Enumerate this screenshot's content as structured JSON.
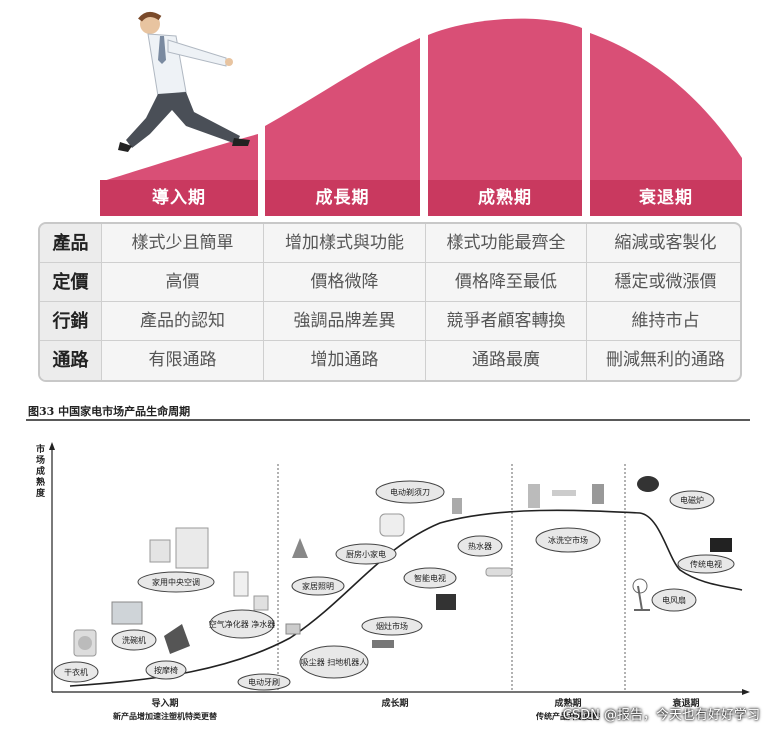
{
  "lifecycle": {
    "phases": [
      "導入期",
      "成長期",
      "成熟期",
      "衰退期"
    ],
    "accent_color": "#d94f76",
    "rows": [
      {
        "label": "產品",
        "values": [
          "樣式少且簡單",
          "增加樣式與功能",
          "樣式功能最齊全",
          "縮減或客製化"
        ]
      },
      {
        "label": "定價",
        "values": [
          "高價",
          "價格微降",
          "價格降至最低",
          "穩定或微漲價"
        ]
      },
      {
        "label": "行銷",
        "values": [
          "產品的認知",
          "強調品牌差異",
          "競爭者顧客轉換",
          "維持市占"
        ]
      },
      {
        "label": "通路",
        "values": [
          "有限通路",
          "增加通路",
          "通路最廣",
          "刪減無利的通路"
        ]
      }
    ]
  },
  "figure": {
    "title": "图33 中国家电市场产品生命周期",
    "y_axis_label": "市场成熟度",
    "stages": [
      {
        "name": "导入期",
        "note": "新产品增加速注塑机特类更替"
      },
      {
        "name": "成长期",
        "note": ""
      },
      {
        "name": "成熟期",
        "note": "传统产品升级更替"
      },
      {
        "name": "衰退期",
        "note": ""
      }
    ],
    "bubbles": [
      "干衣机",
      "洗碗机",
      "按摩椅",
      "家用中央空调",
      "空气净化器 净水器",
      "电动牙刷",
      "家居照明",
      "厨房小家电",
      "电动剃须刀",
      "吸尘器 扫地机器人",
      "烟灶市场",
      "智能电视",
      "热水器",
      "冰洗空市场",
      "电磁炉",
      "传统电视",
      "电风扇"
    ]
  },
  "watermark": "CSDN @报告，今天也有好好学习"
}
